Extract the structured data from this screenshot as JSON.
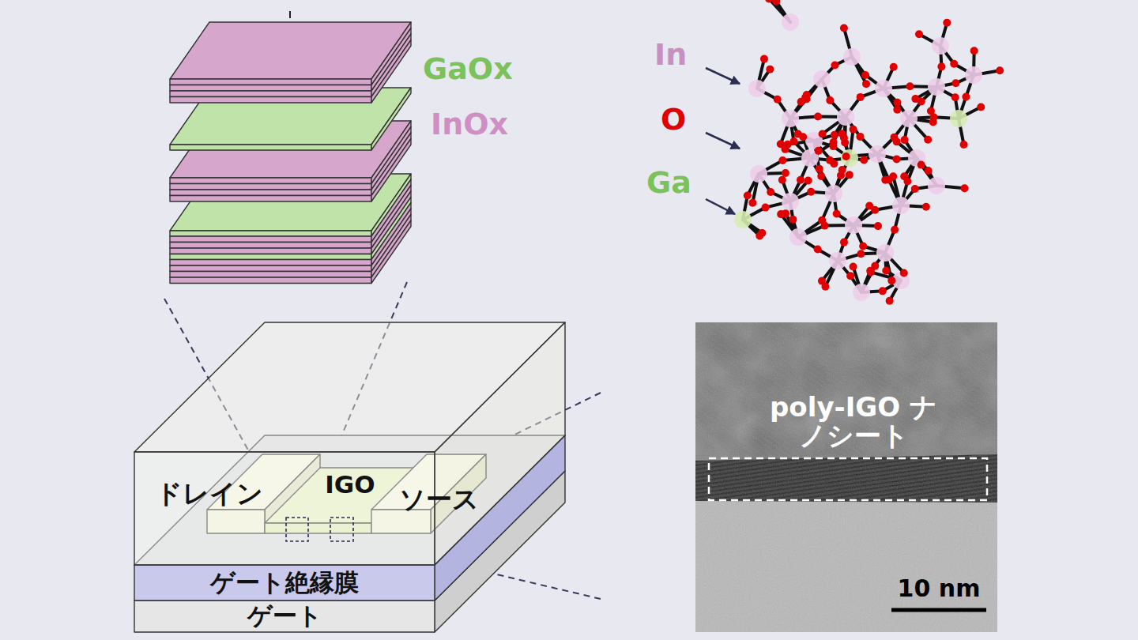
{
  "diagram": {
    "nodes": [
      {
        "text": [
          "ドレイン"
        ]
      },
      {
        "text": [
          "IGO"
        ]
      },
      {
        "text": [
          "ソース"
        ]
      },
      {
        "text": [
          "ゲート絶縁膜"
        ]
      },
      {
        "text": [
          "ゲート"
        ]
      }
    ],
    "labels": [
      "GaOx",
      "InOx",
      "In",
      "O",
      "Ga",
      "poly-IGO ナノシート",
      "10 nm"
    ]
  }
}
